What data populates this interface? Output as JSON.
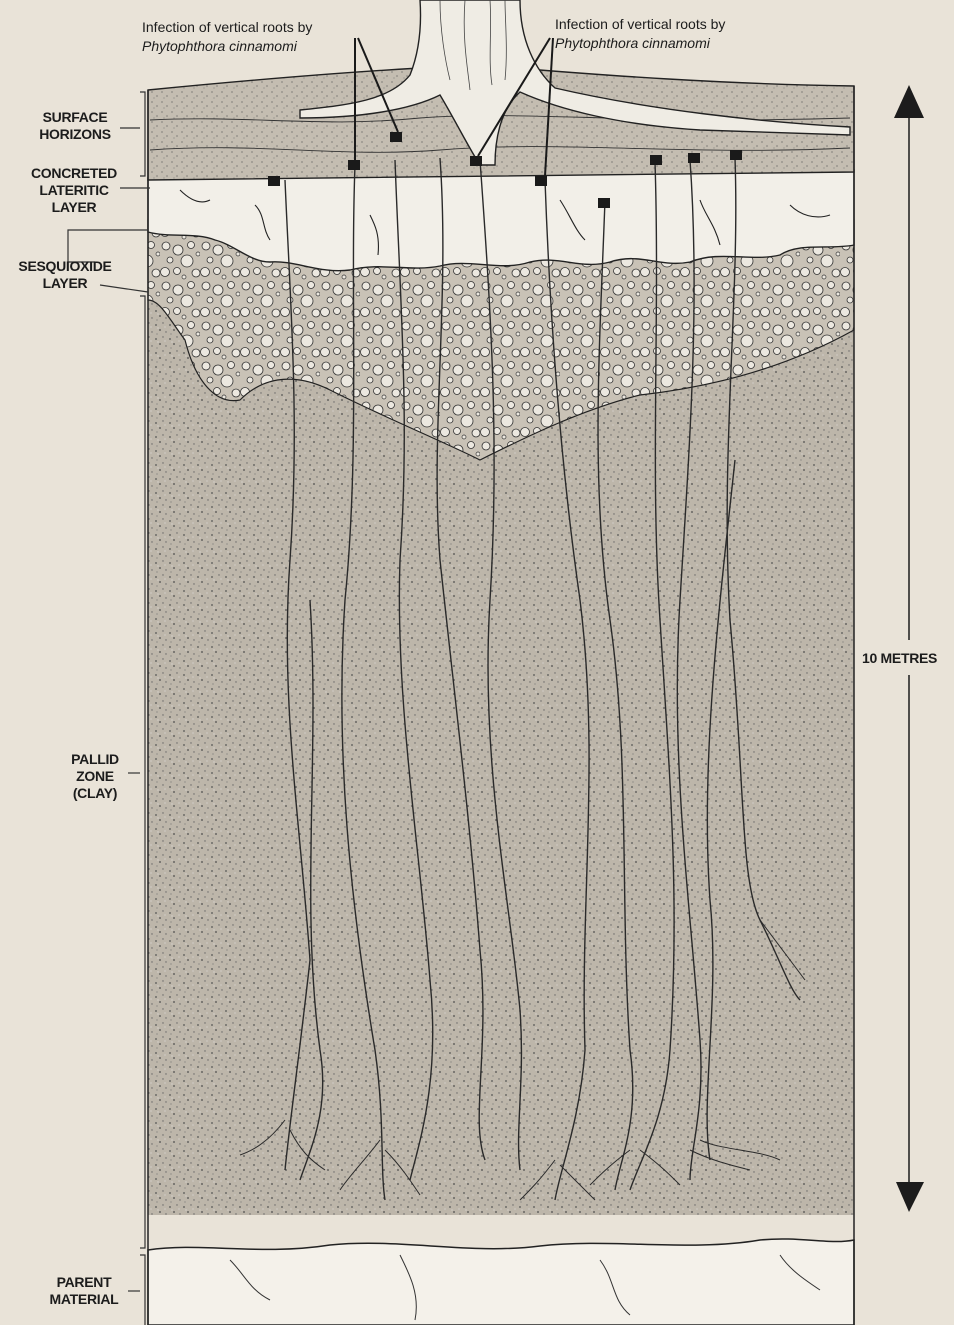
{
  "annotations": {
    "left": {
      "line1": "Infection of vertical roots by",
      "line2": "Phytophthora cinnamomi"
    },
    "right": {
      "line1": "Infection of vertical roots by",
      "line2": "Phytophthora cinnamomi"
    }
  },
  "layers": {
    "surface": "SURFACE HORIZONS",
    "concreted": "CONCRETED LATERITIC LAYER",
    "sesquioxide": "SESQUIOXIDE LAYER",
    "pallid": "PALLID ZONE (CLAY)",
    "parent": "PARENT MATERIAL"
  },
  "scale": {
    "label": "10 METRES"
  },
  "colors": {
    "background": "#e9e3d8",
    "soil": "#b9b3a8",
    "ink": "#1c1c1c",
    "parent": "#f4f1ea"
  }
}
